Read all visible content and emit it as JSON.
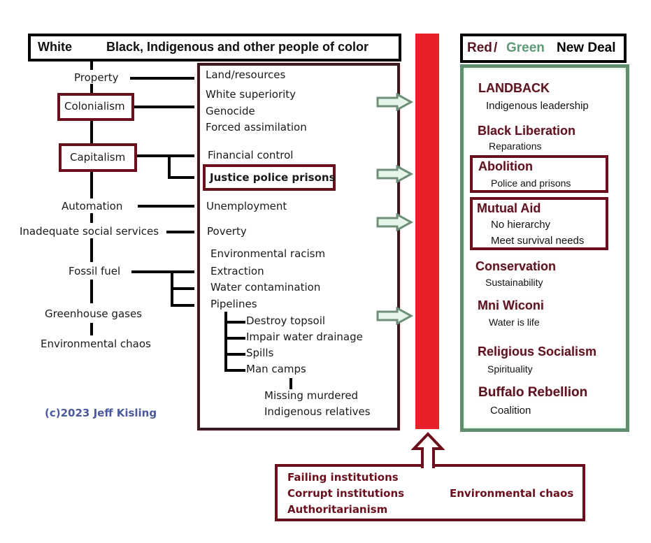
{
  "headers": {
    "left_white": "White",
    "left_bipoc": "Black, Indigenous and other people of color",
    "right_red": "Red",
    "right_slash": " /",
    "right_green": "Green",
    "right_rest": "New Deal"
  },
  "colors": {
    "red_bar": "#e8202a",
    "maroon": "#6b0f1d",
    "green_frame": "#5e8e6e",
    "green_text": "#5f9a76",
    "copyright_blue": "#4a5a9a"
  },
  "left_column": {
    "property": "Property",
    "colonialism": "Colonialism",
    "capitalism": "Capitalism",
    "automation": "Automation",
    "social_services": "Inadequate social services",
    "fossil_fuel": "Fossil fuel",
    "greenhouse": "Greenhouse gases",
    "env_chaos": "Environmental chaos",
    "copyright": "(c)2023 Jeff Kisling"
  },
  "middle_column": {
    "land": "Land/resources",
    "superiority": "White superiority",
    "genocide": "Genocide",
    "assimilation": "Forced assimilation",
    "financial": "Financial control",
    "justice": "Justice police prisons",
    "unemployment": "Unemployment",
    "poverty": "Poverty",
    "env_racism": "Environmental racism",
    "extraction": "Extraction",
    "water_contam": "Water contamination",
    "pipelines": "Pipelines",
    "topsoil": "Destroy topsoil",
    "drainage": "Impair water drainage",
    "spills": "Spills",
    "man_camps": "Man camps",
    "missing_1": "Missing murdered",
    "missing_2": "Indigenous relatives"
  },
  "right_column": {
    "items": [
      {
        "title": "LANDBACK",
        "subs": [
          "Indigenous leadership"
        ]
      },
      {
        "title": "Black Liberation",
        "subs": [
          "Reparations"
        ]
      },
      {
        "title": "Abolition",
        "subs": [
          "Police and prisons"
        ]
      },
      {
        "title": "Mutual Aid",
        "subs": [
          "No hierarchy",
          "Meet survival needs"
        ]
      },
      {
        "title": "Conservation",
        "subs": [
          "Sustainability"
        ]
      },
      {
        "title": "Mni Wiconi",
        "subs": [
          "Water is life"
        ]
      },
      {
        "title": "Religious Socialism",
        "subs": [
          "Spirituality"
        ]
      },
      {
        "title": "Buffalo Rebellion",
        "subs": [
          "Coalition"
        ]
      }
    ]
  },
  "bottom_box": {
    "failing": "Failing institutions",
    "corrupt": "Corrupt institutions",
    "authoritarianism": "Authoritarianism",
    "env_chaos": "Environmental chaos"
  }
}
